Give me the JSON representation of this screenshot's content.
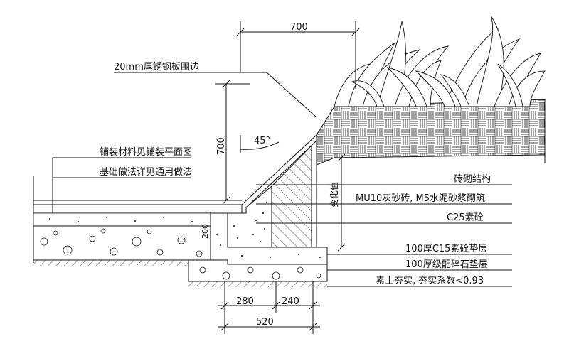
{
  "dimensions": {
    "top_width": "700",
    "wall_height": "700",
    "angle": "45°",
    "step": "200",
    "base_left": "280",
    "base_right": "240",
    "base_total": "520"
  },
  "labels": {
    "steel_edge": "20mm厚锈钢板围边",
    "paving_material": "铺装材料见铺装平面图",
    "foundation": "基础做法详见通用做法",
    "variable": "变化值",
    "brick_structure": "砖砌结构",
    "brick_spec": "MU10灰砂砖, M5水泥砂浆砌筑",
    "c25": "C25素砼",
    "c15_bed": "100厚C15素砼垫层",
    "gravel_bed": "100厚级配碎石垫层",
    "soil": "素土夯实, 夯实系数<0.93"
  }
}
